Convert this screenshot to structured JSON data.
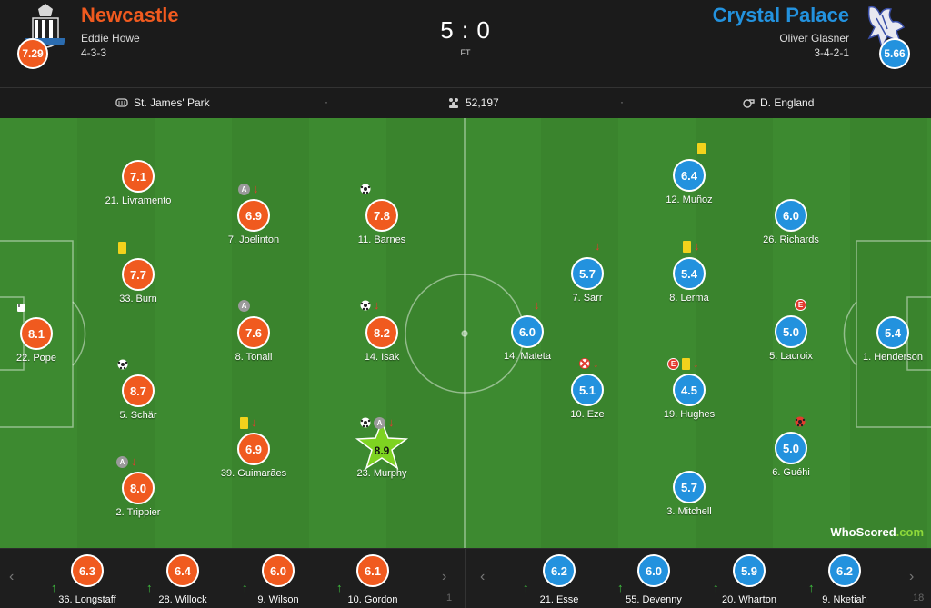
{
  "colors": {
    "home": "#f05a1f",
    "away": "#2392de",
    "pitch": "#3d8a30",
    "sub_arrow": "#3fc43f",
    "off_arrow": "#e23b2e"
  },
  "header": {
    "home": {
      "name": "Newcastle",
      "manager": "Eddie Howe",
      "formation": "4-3-3",
      "rating": "7.29",
      "crest_icon": "newcastle-crest-icon"
    },
    "away": {
      "name": "Crystal Palace",
      "manager": "Oliver Glasner",
      "formation": "3-4-2-1",
      "rating": "5.66",
      "crest_icon": "crystal-palace-crest-icon"
    },
    "score": "5 : 0",
    "status": "FT"
  },
  "info": {
    "venue": "St. James' Park",
    "attendance": "52,197",
    "referee": "D. England"
  },
  "lineup": {
    "home": [
      {
        "name": "22. Pope",
        "rating": "8.1",
        "events": [
          "captain-glove-icon"
        ]
      },
      {
        "name": "21. Livramento",
        "rating": "7.1",
        "events": []
      },
      {
        "name": "33. Burn",
        "rating": "7.7",
        "events": [
          "yellow-card-icon"
        ]
      },
      {
        "name": "5. Schär",
        "rating": "8.7",
        "events": [
          "goal-icon"
        ]
      },
      {
        "name": "2. Trippier",
        "rating": "8.0",
        "events": [
          "assist-icon",
          "subbed-off-icon"
        ]
      },
      {
        "name": "7. Joelinton",
        "rating": "6.9",
        "events": [
          "assist-icon",
          "subbed-off-icon"
        ]
      },
      {
        "name": "8. Tonali",
        "rating": "7.6",
        "events": [
          "assist-icon"
        ]
      },
      {
        "name": "39. Guimarães",
        "rating": "6.9",
        "events": [
          "yellow-card-icon",
          "subbed-off-icon"
        ]
      },
      {
        "name": "11. Barnes",
        "rating": "7.8",
        "events": [
          "goal-icon"
        ]
      },
      {
        "name": "14. Isak",
        "rating": "8.2",
        "events": [
          "goal-icon",
          "subbed-off-icon"
        ]
      },
      {
        "name": "23. Murphy",
        "rating": "8.9",
        "events": [
          "goal-icon",
          "assist-icon",
          "subbed-off-icon"
        ],
        "man_of_match": true
      }
    ],
    "away": [
      {
        "name": "1. Henderson",
        "rating": "5.4",
        "events": []
      },
      {
        "name": "26. Richards",
        "rating": "6.0",
        "events": []
      },
      {
        "name": "5. Lacroix",
        "rating": "5.0",
        "events": [
          "error-icon"
        ]
      },
      {
        "name": "6. Guéhi",
        "rating": "5.0",
        "events": [
          "own-goal-icon"
        ]
      },
      {
        "name": "12. Muñoz",
        "rating": "6.4",
        "events": [
          "yellow-card-icon"
        ]
      },
      {
        "name": "8. Lerma",
        "rating": "5.4",
        "events": [
          "yellow-card-icon",
          "subbed-off-icon"
        ]
      },
      {
        "name": "19. Hughes",
        "rating": "4.5",
        "events": [
          "error-icon",
          "yellow-card-icon",
          "subbed-off-icon"
        ]
      },
      {
        "name": "3. Mitchell",
        "rating": "5.7",
        "events": []
      },
      {
        "name": "7. Sarr",
        "rating": "5.7",
        "events": [
          "subbed-off-icon"
        ]
      },
      {
        "name": "10. Eze",
        "rating": "5.1",
        "events": [
          "missed-penalty-icon",
          "subbed-off-icon"
        ]
      },
      {
        "name": "14. Mateta",
        "rating": "6.0",
        "events": [
          "subbed-off-icon"
        ]
      }
    ]
  },
  "subs": {
    "home": [
      {
        "name": "36. Longstaff",
        "rating": "6.3"
      },
      {
        "name": "28. Willock",
        "rating": "6.4"
      },
      {
        "name": "9. Wilson",
        "rating": "6.0"
      },
      {
        "name": "10. Gordon",
        "rating": "6.1"
      }
    ],
    "home_partial": "1",
    "away": [
      {
        "name": "21. Esse",
        "rating": "6.2"
      },
      {
        "name": "55. Devenny",
        "rating": "6.0"
      },
      {
        "name": "20. Wharton",
        "rating": "5.9"
      },
      {
        "name": "9. Nketiah",
        "rating": "6.2"
      }
    ],
    "away_partial": "18"
  },
  "branding": {
    "logo": "WhoScored",
    "suffix": ".com"
  }
}
